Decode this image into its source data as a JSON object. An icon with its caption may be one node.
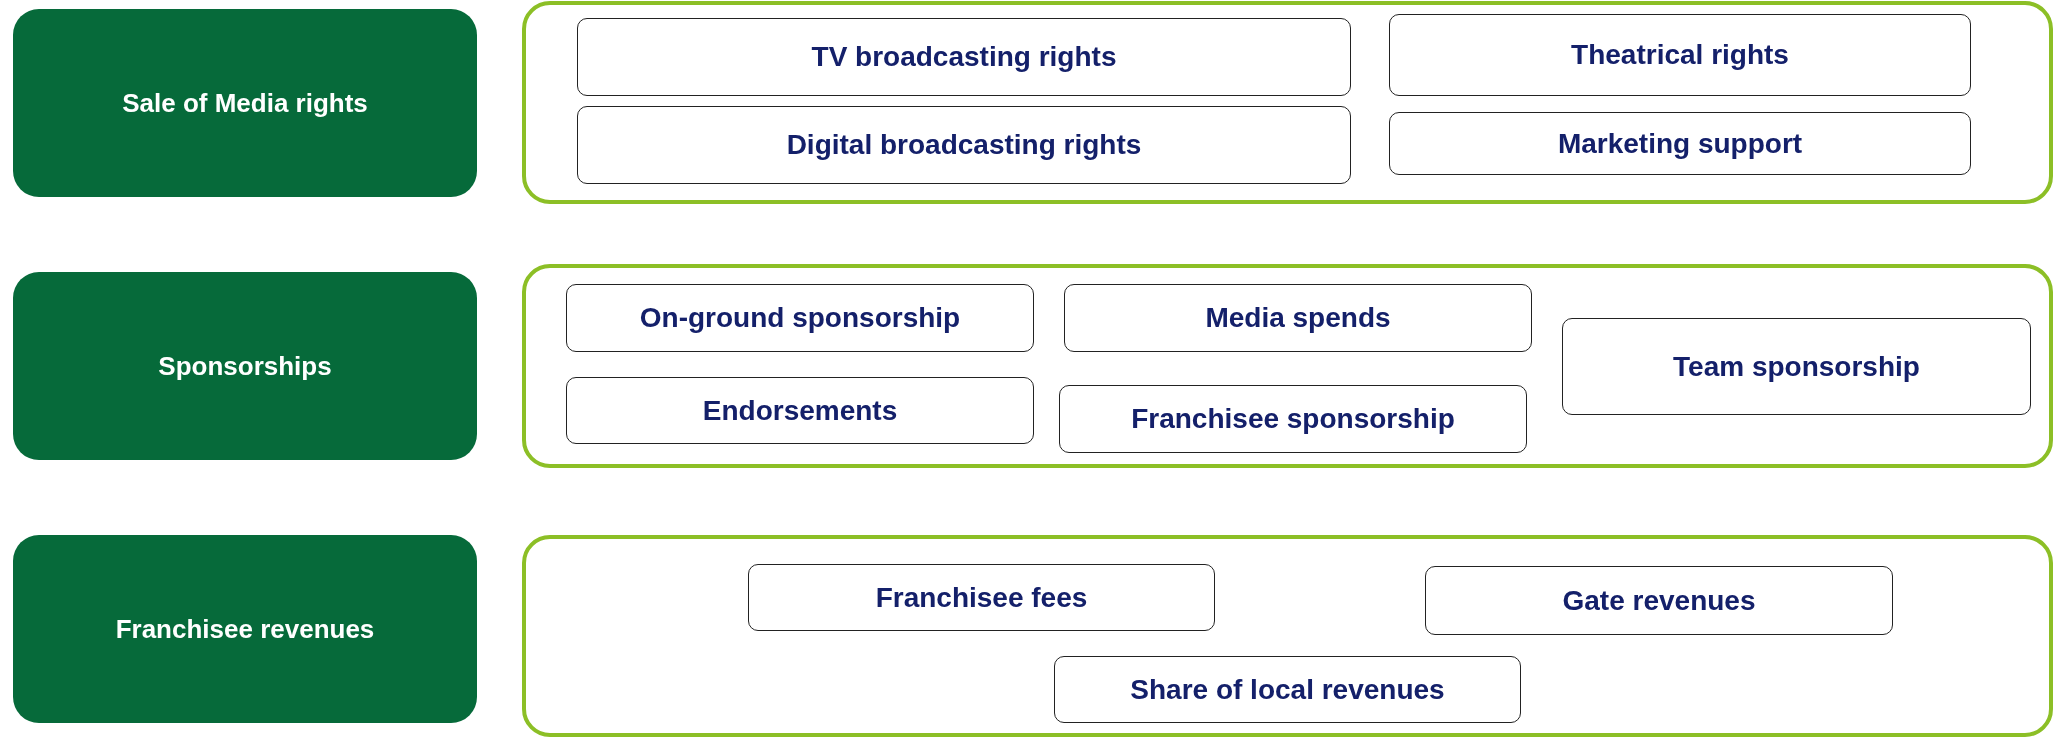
{
  "diagram": {
    "nodes": [
      {
        "text": [
          "Sale of Media rights"
        ]
      },
      {
        "text": [],
        "shape": "box"
      },
      {
        "text": [
          "TV broadcasting rights"
        ],
        "in": 1
      },
      {
        "text": [
          "Theatrical rights"
        ],
        "in": 1
      },
      {
        "text": [
          "Digital broadcasting rights"
        ],
        "in": 1
      },
      {
        "text": [
          "Marketing support"
        ],
        "in": 1
      },
      {
        "text": [
          "Sponsorships"
        ]
      },
      {
        "text": [],
        "shape": "box"
      },
      {
        "text": [
          "On-ground sponsorship"
        ],
        "in": 7
      },
      {
        "text": [
          "Media spends"
        ],
        "in": 7
      },
      {
        "text": [
          "Team sponsorship"
        ],
        "in": 7
      },
      {
        "text": [
          "Endorsements"
        ],
        "in": 7
      },
      {
        "text": [
          "Franchisee sponsorship"
        ],
        "in": 7
      },
      {
        "text": [
          "Franchisee revenues"
        ]
      },
      {
        "text": [],
        "shape": "box"
      },
      {
        "text": [
          "Franchisee fees"
        ],
        "in": 14
      },
      {
        "text": [
          "Gate revenues"
        ],
        "in": 14
      },
      {
        "text": [
          "Share of local revenues"
        ],
        "in": 14
      }
    ],
    "edges": []
  }
}
